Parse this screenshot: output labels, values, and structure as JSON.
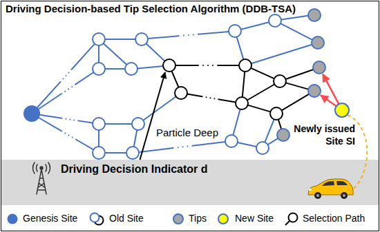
{
  "diagram": {
    "title": "Driving Decision-based Tip Selection Algorithm (DDB-TSA)",
    "labels": [
      "Particle Deep",
      "Driving Decision Indicator d",
      "Newly issued Site SI"
    ],
    "legend": [
      {
        "text": "Genesis Site",
        "color": "#4472C4"
      },
      {
        "text": "Old Site"
      },
      {
        "text": "Tips"
      },
      {
        "text": "New Site"
      },
      {
        "text": "Selection Path"
      }
    ]
  }
}
